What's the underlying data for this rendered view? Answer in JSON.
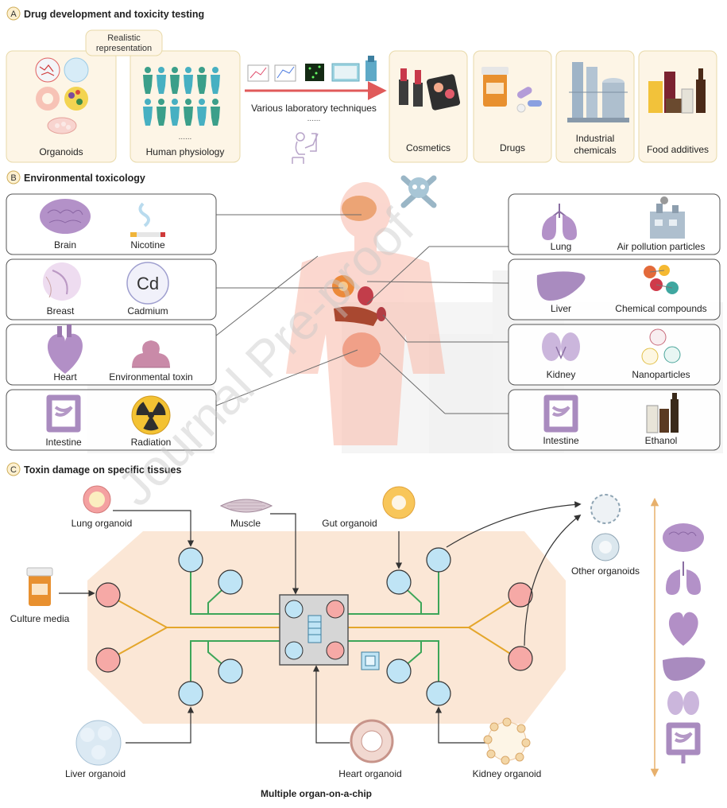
{
  "sectionA": {
    "letter": "A",
    "title": "Drug development and toxicity testing",
    "realistic": [
      "Realistic",
      "representation"
    ],
    "organoids": "Organoids",
    "human_physiology": "Human physiology",
    "dots": "......",
    "techniques": "Various laboratory techniques",
    "products": [
      "Cosmetics",
      "Drugs",
      "Industrial",
      "chemicals",
      "Food additives"
    ]
  },
  "sectionB": {
    "letter": "B",
    "title": "Environmental toxicology",
    "left": [
      {
        "organ": "Brain",
        "toxin": "Nicotine"
      },
      {
        "organ": "Breast",
        "toxin": "Cadmium",
        "symbol": "Cd"
      },
      {
        "organ": "Heart",
        "toxin": "Environmental toxin"
      },
      {
        "organ": "Intestine",
        "toxin": "Radiation"
      }
    ],
    "right": [
      {
        "organ": "Lung",
        "toxin": "Air pollution particles"
      },
      {
        "organ": "Liver",
        "toxin": "Chemical compounds"
      },
      {
        "organ": "Kidney",
        "toxin": "Nanoparticles"
      },
      {
        "organ": "Intestine",
        "toxin": "Ethanol"
      }
    ]
  },
  "sectionC": {
    "letter": "C",
    "title": "Toxin damage on specific tissues",
    "lung_organoid": "Lung organoid",
    "muscle": "Muscle",
    "gut_organoid": "Gut organoid",
    "other_organoids": "Other organoids",
    "culture_media": "Culture media",
    "liver_organoid": "Liver organoid",
    "heart_organoid": "Heart organoid",
    "kidney_organoid": "Kidney organoid",
    "caption": "Multiple organ-on-a-chip"
  },
  "watermark": "Journal Pre-proof",
  "colors": {
    "panel_fill": "#fdf5e6",
    "panel_stroke": "#e8d9a8",
    "chip_bg": "#fbe7d6",
    "blue_node": "#bfe4f5",
    "red_node": "#f6a9a6",
    "green_line": "#3da659",
    "orange_line": "#e4a62b",
    "organ_purple": "#a98bbf",
    "arrow_red": "#e05a5a"
  }
}
